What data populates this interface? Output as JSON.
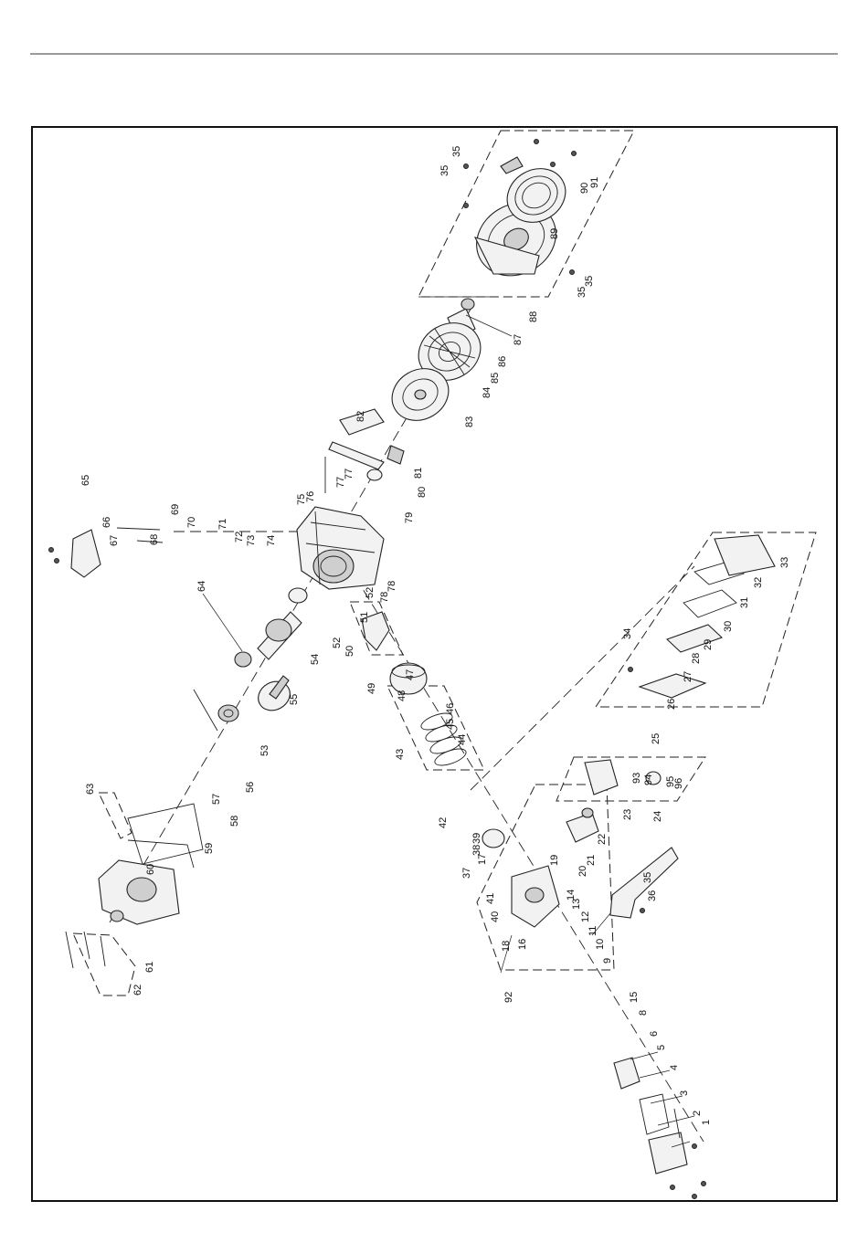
{
  "diagram": {
    "part_labels": [
      "1",
      "2",
      "3",
      "4",
      "5",
      "6",
      "8",
      "9",
      "10",
      "11",
      "12",
      "13",
      "14",
      "15",
      "16",
      "17",
      "18",
      "19",
      "20",
      "21",
      "22",
      "23",
      "24",
      "25",
      "26",
      "27",
      "28",
      "29",
      "30",
      "31",
      "32",
      "33",
      "34",
      "35",
      "35",
      "35",
      "35",
      "35",
      "36",
      "37",
      "38",
      "39",
      "40",
      "41",
      "42",
      "43",
      "44",
      "45",
      "46",
      "47",
      "48",
      "49",
      "50",
      "51",
      "52",
      "52",
      "53",
      "54",
      "55",
      "56",
      "57",
      "58",
      "59",
      "60",
      "61",
      "62",
      "63",
      "64",
      "65",
      "66",
      "67",
      "68",
      "69",
      "70",
      "71",
      "72",
      "73",
      "74",
      "75",
      "76",
      "77",
      "77",
      "78",
      "78",
      "79",
      "80",
      "81",
      "82",
      "83",
      "84",
      "85",
      "86",
      "87",
      "88",
      "89",
      "90",
      "91",
      "92",
      "93",
      "94",
      "95",
      "96"
    ]
  },
  "colors": {
    "ink": "#111111",
    "frame": "#111111",
    "rule": "#9a9a9a",
    "background": "#ffffff"
  }
}
